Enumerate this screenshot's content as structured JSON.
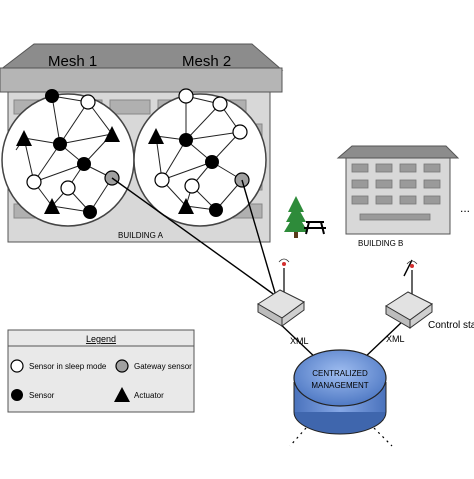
{
  "buildingA": {
    "label": "BUILDING A",
    "mesh1_label": "Mesh 1",
    "mesh2_label": "Mesh 2"
  },
  "buildingB": {
    "label": "BUILDING B"
  },
  "central": {
    "line1": "CENTRALIZED",
    "line2": "MANAGEMENT"
  },
  "links": {
    "xml_left": "XML",
    "xml_right": "XML",
    "control_station": "Control stat",
    "ellipsis": "..."
  },
  "legend": {
    "title": "Legend",
    "items": [
      {
        "symbol": "open-circle",
        "label": "Sensor in sleep mode"
      },
      {
        "symbol": "gray-circle",
        "label": "Gateway sensor"
      },
      {
        "symbol": "black-circle",
        "label": "Sensor"
      },
      {
        "symbol": "triangle",
        "label": "Actuator"
      }
    ]
  },
  "colors": {
    "roof": "#8c8c8c",
    "wall": "#d6d6d6",
    "window": "#a8a8a8",
    "mesh_fill": "#ffffff",
    "gateway": "#a0a0a0",
    "central_top": "#8eaee0",
    "central_body": "#5d86cf",
    "tree": "#2e8b3a"
  }
}
